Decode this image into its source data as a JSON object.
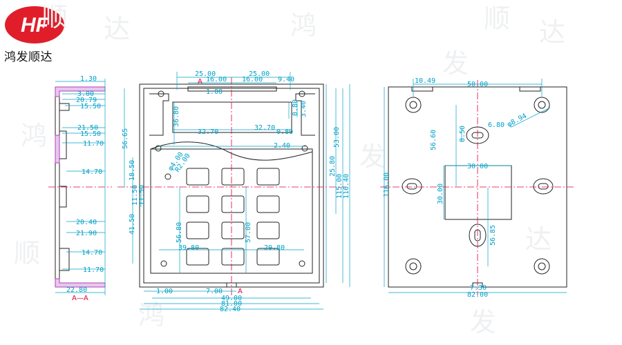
{
  "brand": {
    "logo_text": "HF",
    "name": "鸿发顺达",
    "watermark_chars": [
      "顺",
      "达",
      "鸿",
      "发"
    ],
    "colors": {
      "logo_red": "#e01e2a",
      "dim_cyan": "#00a0c8",
      "center_red": "#e0003a",
      "outline": "#222222",
      "hatch": "#b040b0"
    }
  },
  "section_view": {
    "label": "A—A",
    "dims": {
      "top_1_30": "1.30",
      "d_3_00": "3.00",
      "d_20_79": "20.79",
      "d_15_50a": "15.50",
      "d_21_50": "21.50",
      "d_15_50b": "15.50",
      "d_11_70a": "11.70",
      "d_14_70a": "14.70",
      "d_20_40": "20.40",
      "d_21_90": "21.90",
      "d_14_70b": "14.70",
      "d_11_70b": "11.70",
      "bottom_22_80": "22.80"
    }
  },
  "front_view": {
    "section_marker": "A",
    "dims": {
      "top_25_00a": "25.00",
      "top_25_00b": "25.00",
      "top_16_00a": "16.00",
      "top_16_00b": "16.00",
      "top_9_40": "9.40",
      "top_1_00": "1.00",
      "d_36_80": "36.80",
      "d_0_80a": "0.80",
      "d_3_40": "3.40",
      "d_32_70a": "32.70",
      "d_32_70b": "32.70",
      "d_0_80b": "0.80",
      "d_2_40": "2.40",
      "d_53_00": "53.00",
      "d_56_65": "56.65",
      "d_phi4_00": "φ4.00",
      "d_r2_00": "R2.00",
      "d_18_50": "18.50",
      "d_25_80": "25.80",
      "d_11_50a": "11.50",
      "d_11_50b": "11.50",
      "d_115_00": "115.00",
      "d_116_40": "116.40",
      "d_41_50": "41.50",
      "d_56_80": "56.80",
      "d_57_00": "57.00",
      "d_39_80a": "39.80",
      "d_29_80": "29.80",
      "bottom_1_00": "1.00",
      "bottom_7_00": "7.00",
      "bottom_49_00": "49.00",
      "bottom_81_00": "81.00",
      "bottom_82_40": "82.40"
    }
  },
  "back_view": {
    "dims": {
      "d_10_49": "10.49",
      "d_50_00": "50.00",
      "d_phi8_94": "φ8.94",
      "d_6_80": "6.80",
      "d_8_50": "8.50",
      "d_56_60": "56.60",
      "d_30_00a": "30.00",
      "d_30_00b": "30.00",
      "d_116_00": "116.00",
      "d_56_85": "56.85",
      "d_7_30": "7.30",
      "d_82_00": "82.00"
    }
  }
}
